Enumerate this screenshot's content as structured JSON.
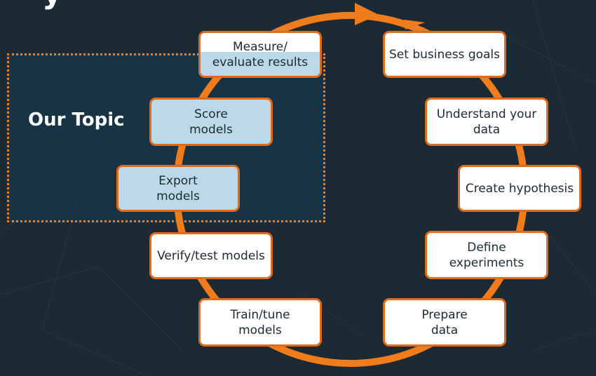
{
  "slide": {
    "title_fragment": "y",
    "topic_label": "Our Topic"
  },
  "colors": {
    "background": "#1b2a33",
    "accent_orange": "#f07c1c",
    "box_fill": "#ffffff",
    "box_highlight": "#bcd9e8",
    "text": "#1b2a33"
  },
  "lifecycle": {
    "steps": [
      {
        "id": "measure",
        "label": "Measure/\nevaluate results",
        "in_topic": true
      },
      {
        "id": "goals",
        "label": "Set business goals",
        "in_topic": false
      },
      {
        "id": "understand",
        "label": "Understand your\ndata",
        "in_topic": false
      },
      {
        "id": "hypothesis",
        "label": "Create hypothesis",
        "in_topic": false
      },
      {
        "id": "experiments",
        "label": "Define\nexperiments",
        "in_topic": false
      },
      {
        "id": "prepare",
        "label": "Prepare\ndata",
        "in_topic": false
      },
      {
        "id": "train",
        "label": "Train/tune\nmodels",
        "in_topic": false
      },
      {
        "id": "verify",
        "label": "Verify/test models",
        "in_topic": false
      },
      {
        "id": "export",
        "label": "Export\nmodels",
        "in_topic": true
      },
      {
        "id": "score",
        "label": "Score\nmodels",
        "in_topic": true
      }
    ]
  }
}
